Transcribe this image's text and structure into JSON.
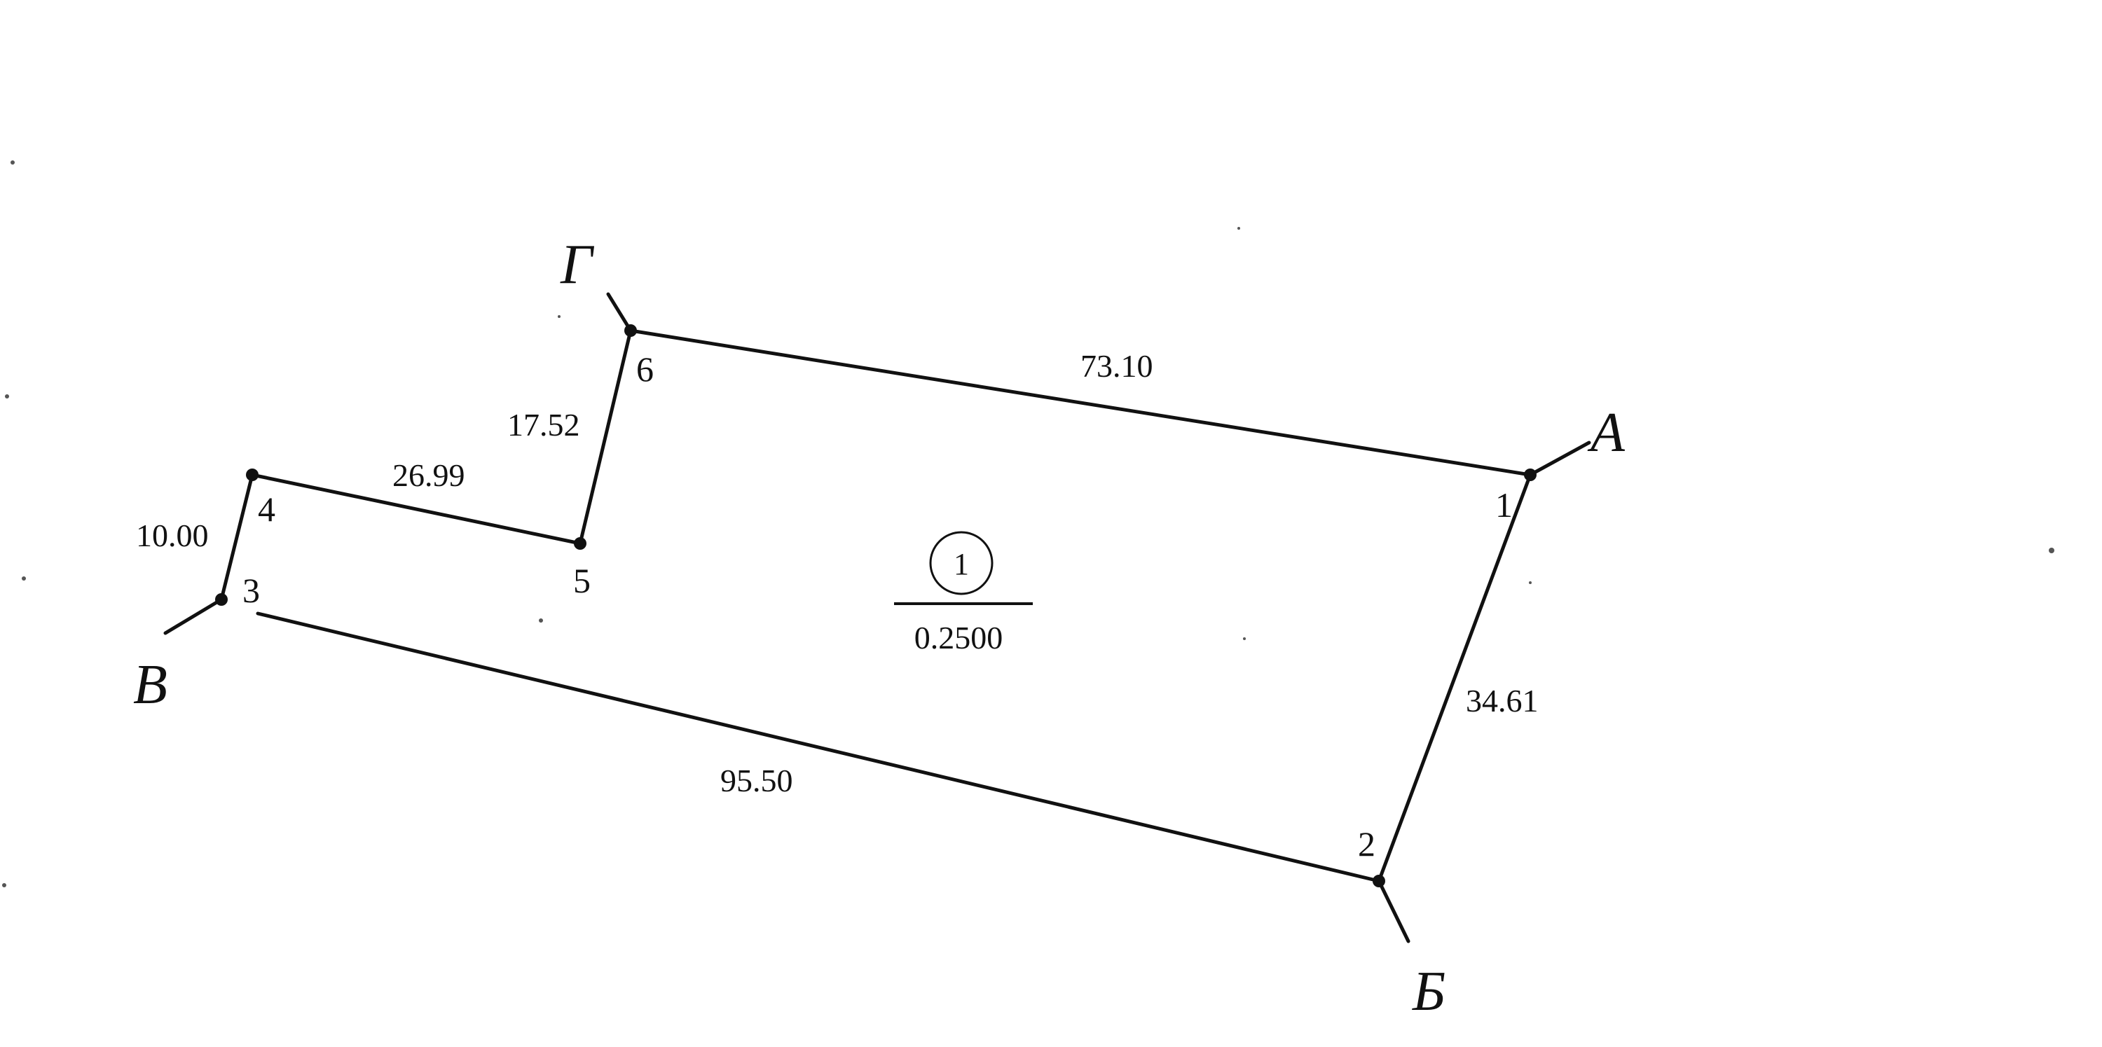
{
  "parcel": {
    "number": "1",
    "area": "0.2500"
  },
  "vertices": [
    {
      "id": "1",
      "label": "1"
    },
    {
      "id": "2",
      "label": "2"
    },
    {
      "id": "3",
      "label": "3"
    },
    {
      "id": "4",
      "label": "4"
    },
    {
      "id": "5",
      "label": "5"
    },
    {
      "id": "6",
      "label": "6"
    }
  ],
  "edges": [
    {
      "from": "1",
      "to": "2",
      "length": "34.61"
    },
    {
      "from": "2",
      "to": "3",
      "length": "95.50"
    },
    {
      "from": "3",
      "to": "4",
      "length": "10.00"
    },
    {
      "from": "4",
      "to": "5",
      "length": "26.99"
    },
    {
      "from": "5",
      "to": "6",
      "length": "17.52"
    },
    {
      "from": "6",
      "to": "1",
      "length": "73.10"
    }
  ],
  "boundary_points": [
    {
      "letter": "А",
      "at_vertex": "1"
    },
    {
      "letter": "Б",
      "at_vertex": "2"
    },
    {
      "letter": "В",
      "at_vertex": "3"
    },
    {
      "letter": "Г",
      "at_vertex": "6"
    }
  ],
  "colors": {
    "ink": "#111111",
    "background": "#ffffff"
  }
}
